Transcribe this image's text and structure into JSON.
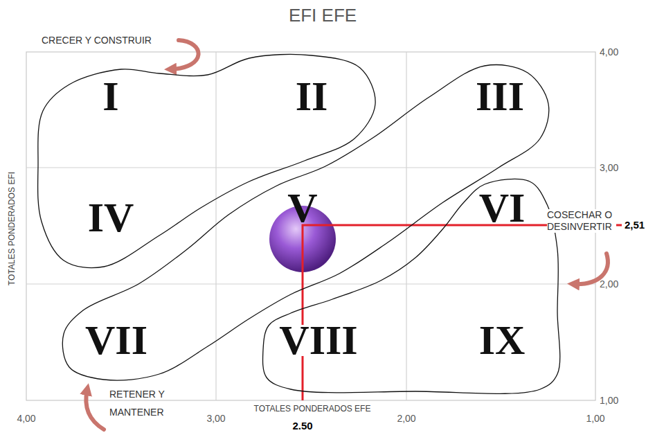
{
  "diagram": {
    "title": "EFI EFE",
    "nodes": [
      {
        "text": [
          "CRECER Y CONSTRUIR",
          "I",
          "II",
          "IV"
        ]
      },
      {
        "text": [
          "III",
          "V",
          "VII",
          "RETENER Y MANTENER"
        ]
      },
      {
        "text": [
          "VI",
          "VIII",
          "IX",
          "COSECHAR O DESINVERTIR"
        ]
      }
    ],
    "labels": [
      "4,00",
      "3,00",
      "2,51",
      "2,00",
      "1,00",
      "TOTALES PONDERADOS EFI",
      "4,00",
      "3,00",
      "2,00",
      "1,00",
      "TOTALES PONDERADOS EFE",
      "2.50"
    ]
  }
}
